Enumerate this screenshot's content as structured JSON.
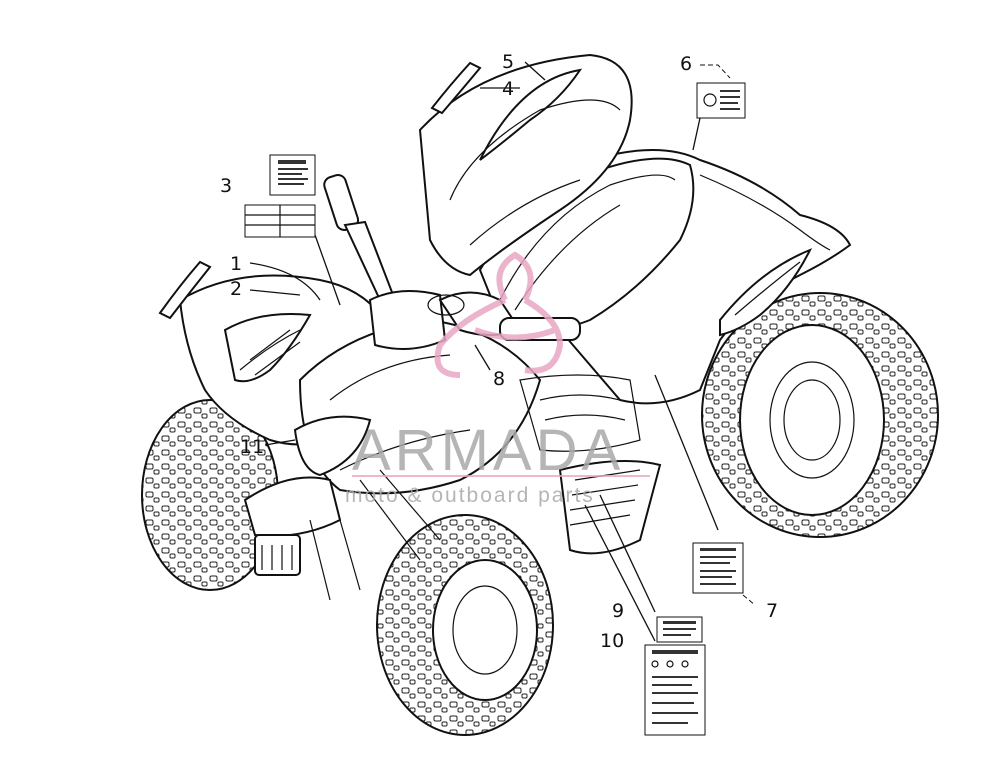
{
  "diagram": {
    "callouts": [
      "1",
      "2",
      "3",
      "4",
      "5",
      "6",
      "7",
      "8",
      "9",
      "10",
      "11"
    ]
  },
  "watermark": {
    "brand": "ARMADA",
    "tagline": "moto & outboard parts",
    "brand_color": "#a9a9a9",
    "logo_color": "#e8a6c4"
  }
}
